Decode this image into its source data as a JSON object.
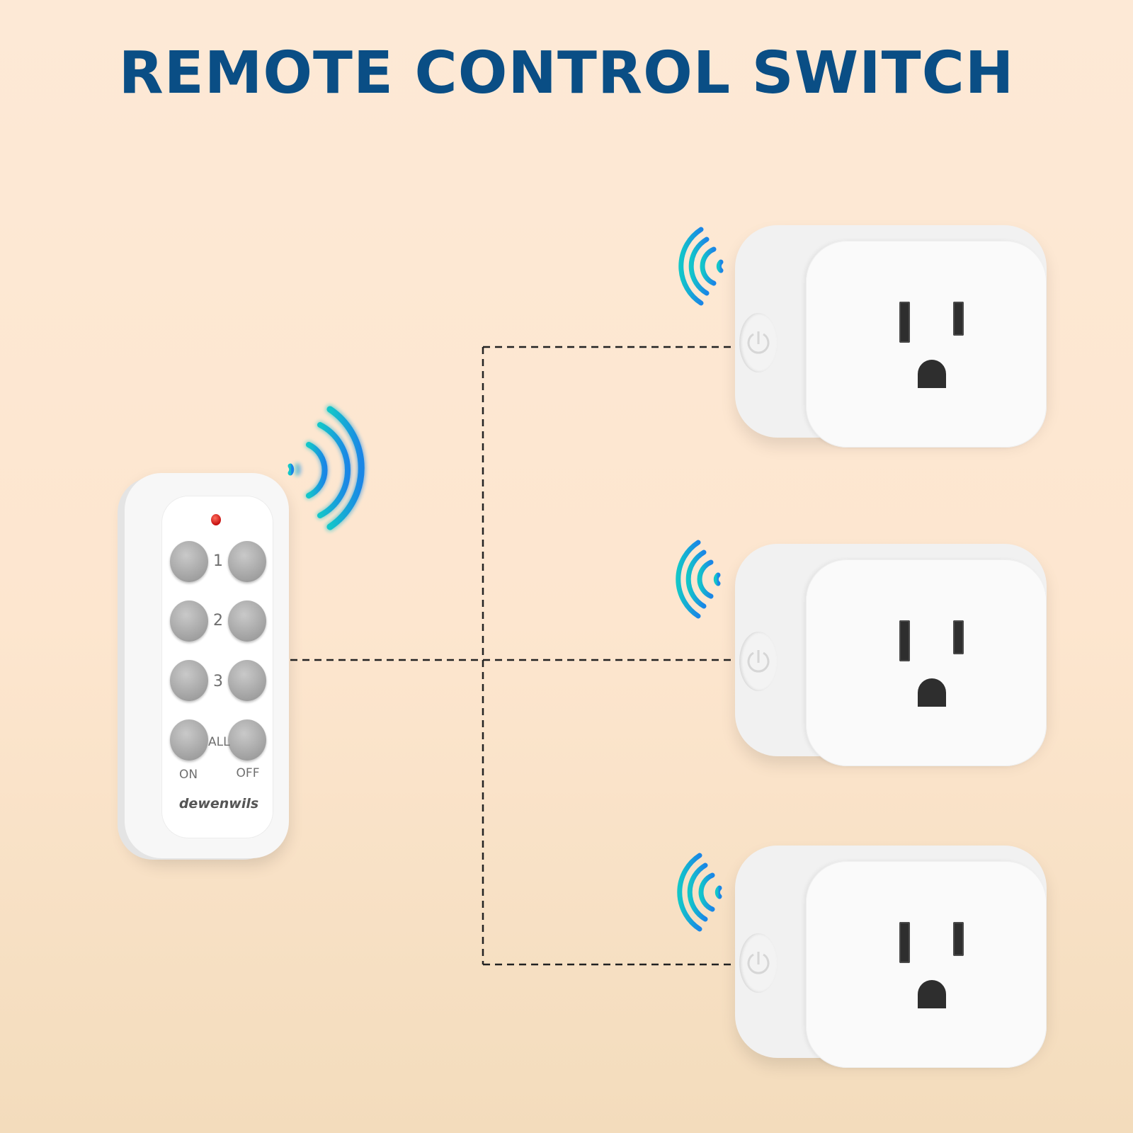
{
  "title": "REMOTE CONTROL SWITCH",
  "remote": {
    "brand": "dewenwils",
    "channel_labels": [
      "1",
      "2",
      "3",
      "ALL"
    ],
    "on_label": "ON",
    "off_label": "OFF",
    "led_color": "#d41414",
    "button_color": "#a9a9a9"
  },
  "outlets": [
    {
      "icon": "power-icon"
    },
    {
      "icon": "power-icon"
    },
    {
      "icon": "power-icon"
    }
  ],
  "colors": {
    "title": "#0a4e85",
    "signal": "#17a6e0",
    "connector": "#222222"
  }
}
